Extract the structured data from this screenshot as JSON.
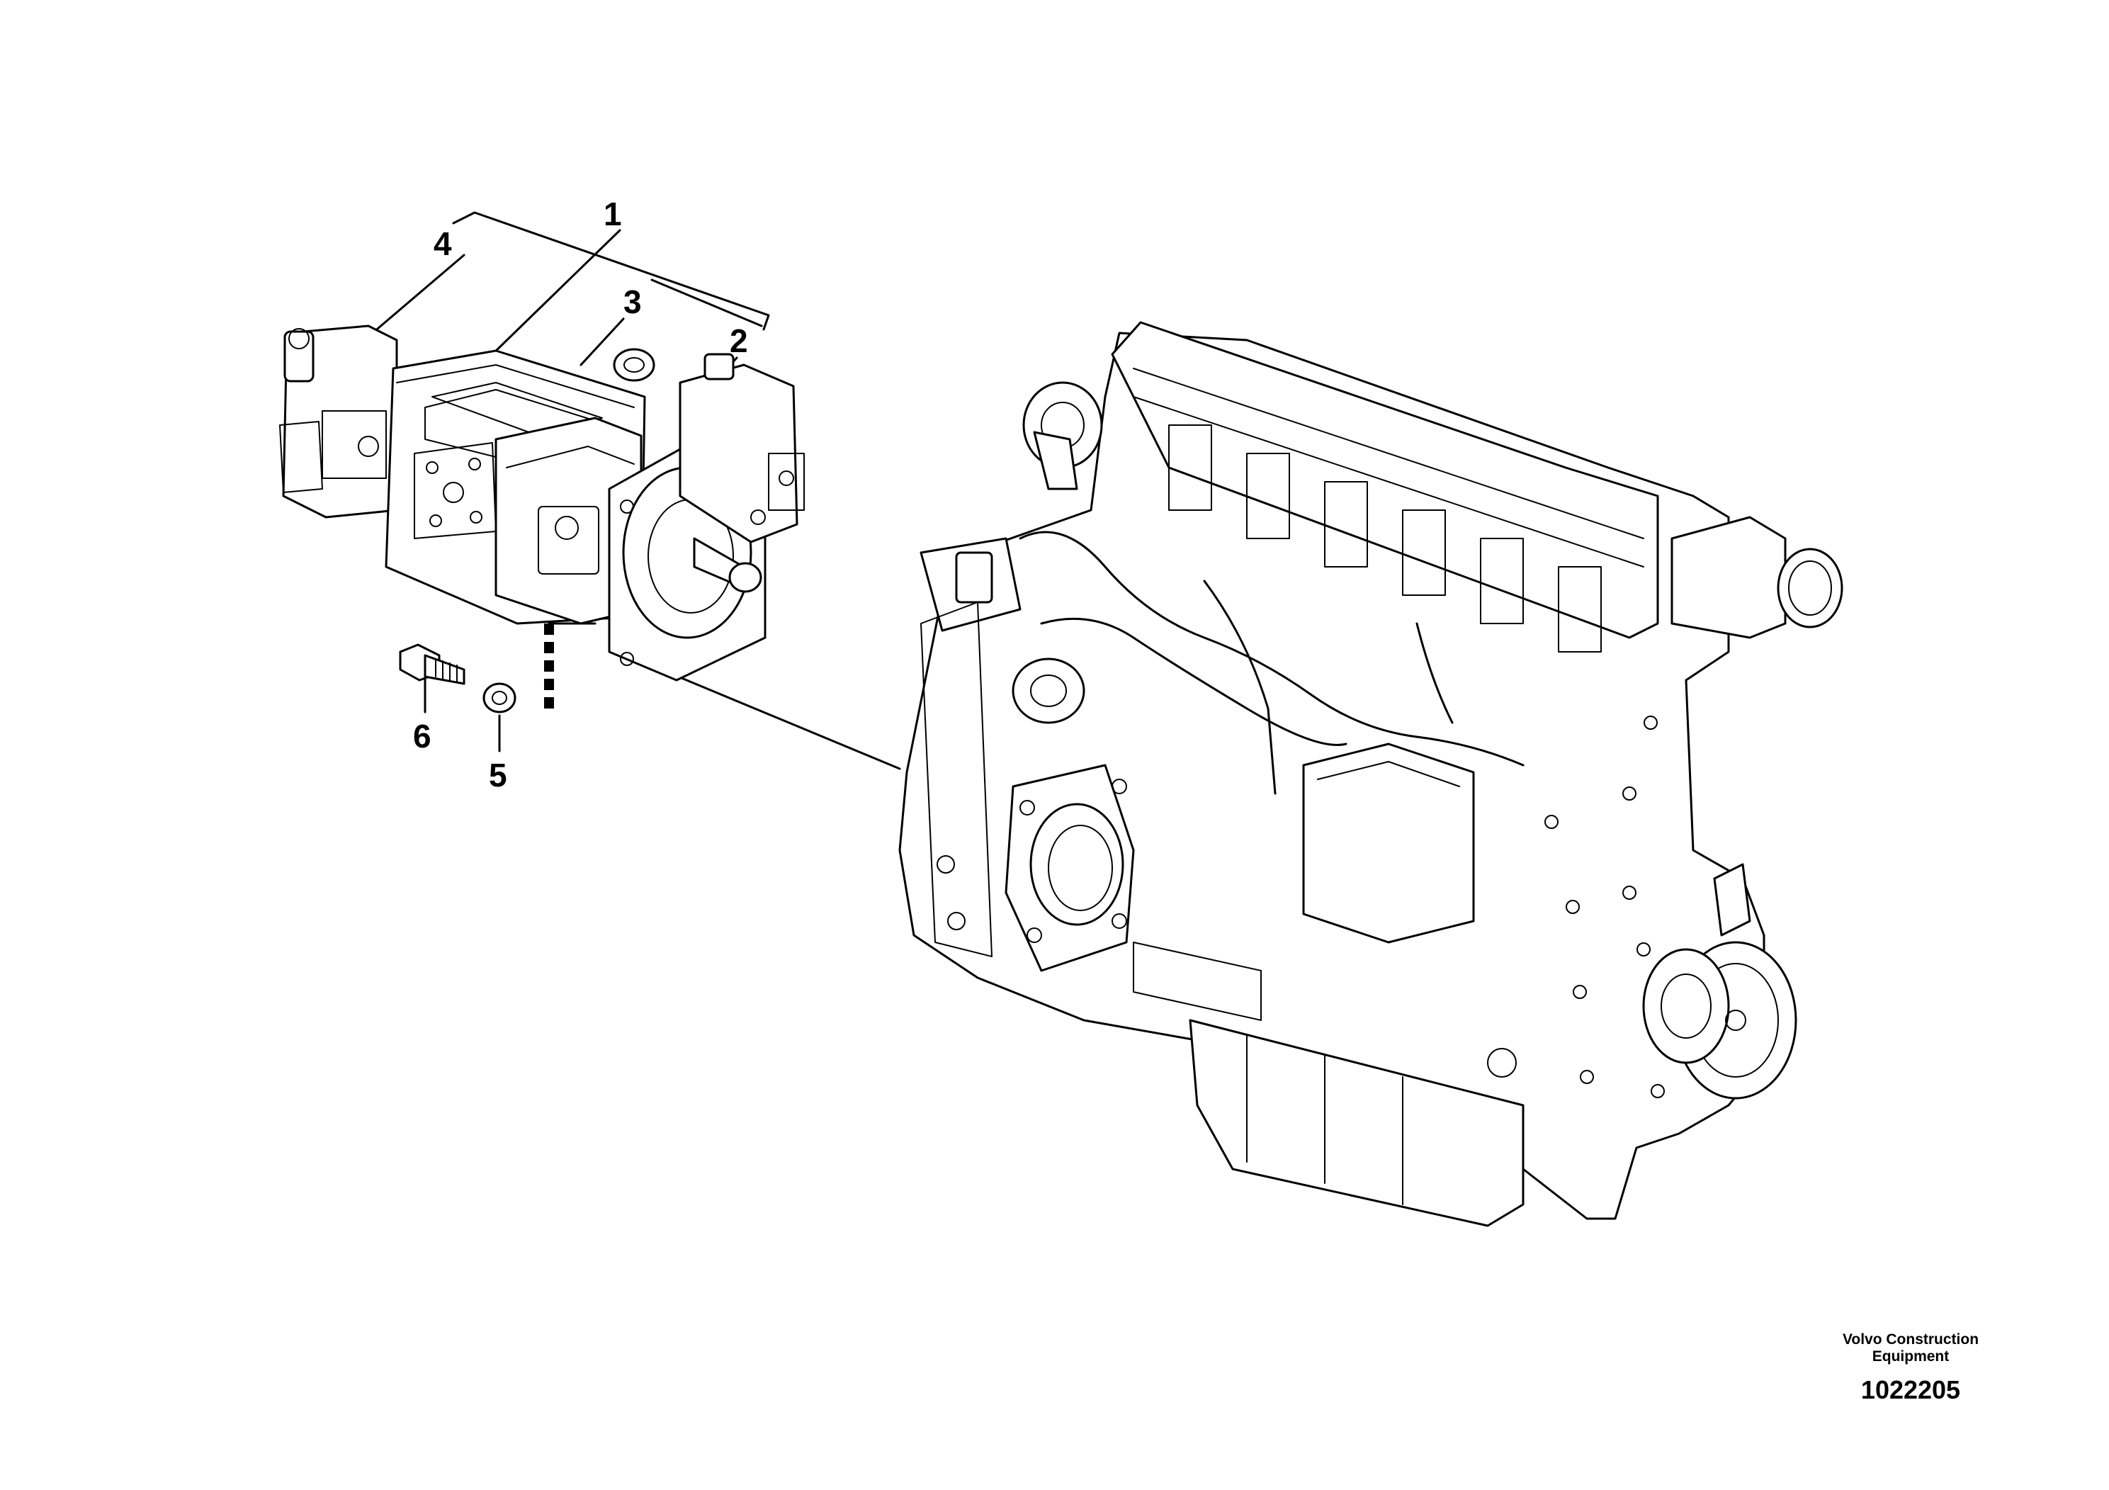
{
  "diagram": {
    "callouts": [
      {
        "id": "callout-1",
        "label": "1"
      },
      {
        "id": "callout-2",
        "label": "2"
      },
      {
        "id": "callout-3",
        "label": "3"
      },
      {
        "id": "callout-4",
        "label": "4"
      },
      {
        "id": "callout-5",
        "label": "5"
      },
      {
        "id": "callout-6",
        "label": "6"
      }
    ]
  },
  "footer": {
    "brand": "Volvo Construction Equipment",
    "drawing_number": "1022205"
  }
}
